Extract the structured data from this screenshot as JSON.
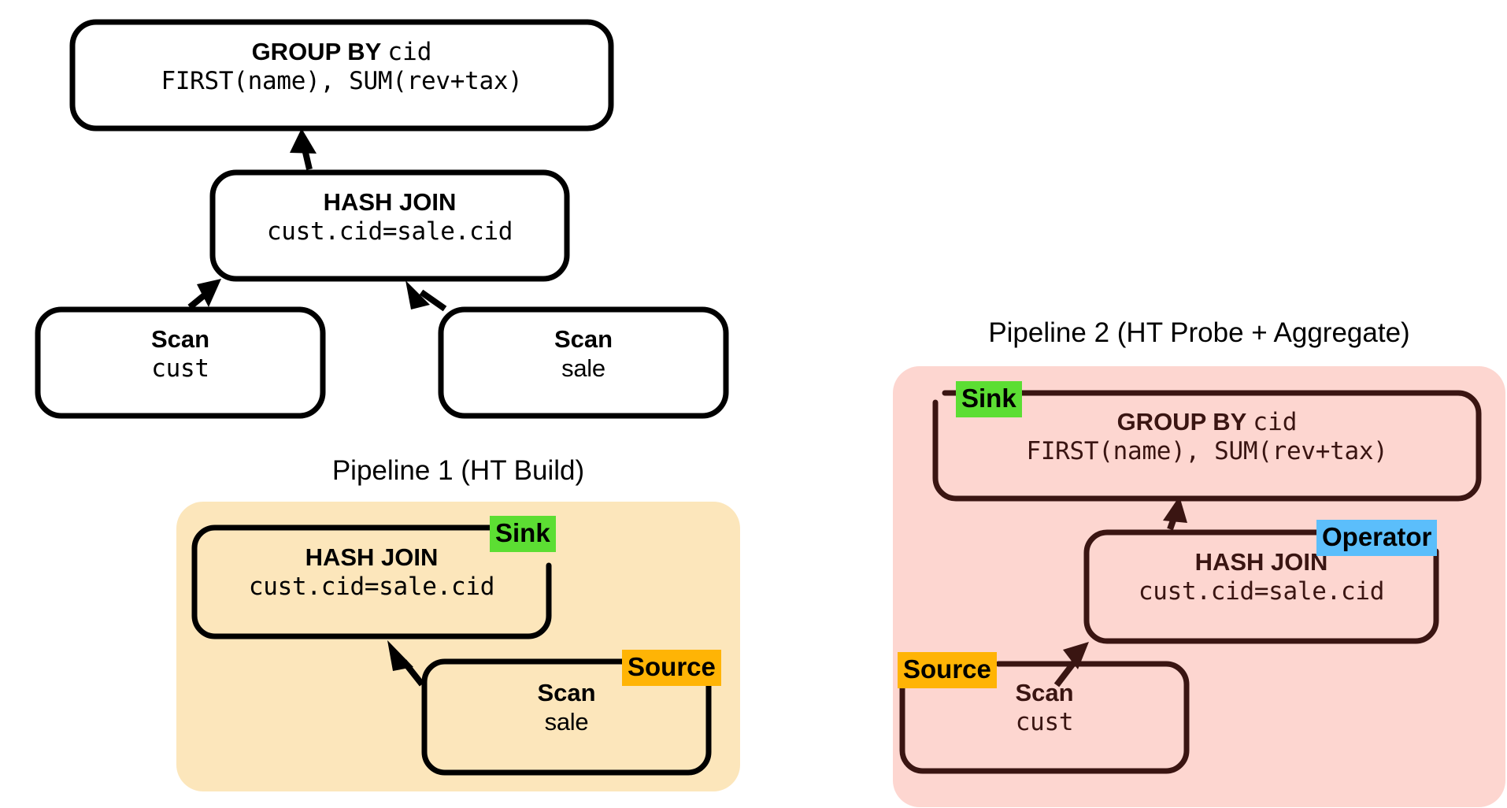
{
  "diagram": {
    "title_top_tree": "",
    "colors": {
      "pipeline1_bg": "#FCE6BB",
      "pipeline2_bg": "#FDD6D0",
      "sink_badge_bg": "#5CDE33",
      "source_badge_bg": "#FFB405",
      "operator_badge_bg": "#5BBEFB",
      "black_stroke": "#000000",
      "dark_stroke": "#3A1512",
      "node_fill": "#FFFFFF",
      "page_bg": "#FFFFFF"
    }
  },
  "plan_tree": {
    "nodes": {
      "group_by": {
        "line1_bold": "GROUP BY ",
        "line1_mono": "cid",
        "line2": "FIRST(name), SUM(rev+tax)"
      },
      "hash_join": {
        "line1_bold": "HASH JOIN",
        "line2": "cust.cid=sale.cid"
      },
      "scan_cust": {
        "line1_bold": "Scan",
        "line2": "cust"
      },
      "scan_sale": {
        "line1_bold": "Scan",
        "line2": "sale"
      }
    }
  },
  "pipeline1": {
    "title": "Pipeline 1 (HT Build)",
    "badges": {
      "sink": "Sink",
      "source": "Source"
    },
    "nodes": {
      "hash_join": {
        "line1_bold": "HASH JOIN",
        "line2": "cust.cid=sale.cid"
      },
      "scan_sale": {
        "line1_bold": "Scan",
        "line2": "sale"
      }
    }
  },
  "pipeline2": {
    "title": "Pipeline 2 (HT Probe + Aggregate)",
    "badges": {
      "sink": "Sink",
      "source": "Source",
      "operator": "Operator"
    },
    "nodes": {
      "group_by": {
        "line1_bold": "GROUP BY ",
        "line1_mono": "cid",
        "line2": "FIRST(name), SUM(rev+tax)"
      },
      "hash_join": {
        "line1_bold": "HASH JOIN",
        "line2": "cust.cid=sale.cid"
      },
      "scan_cust": {
        "line1_bold": "Scan",
        "line2": "cust"
      }
    }
  }
}
